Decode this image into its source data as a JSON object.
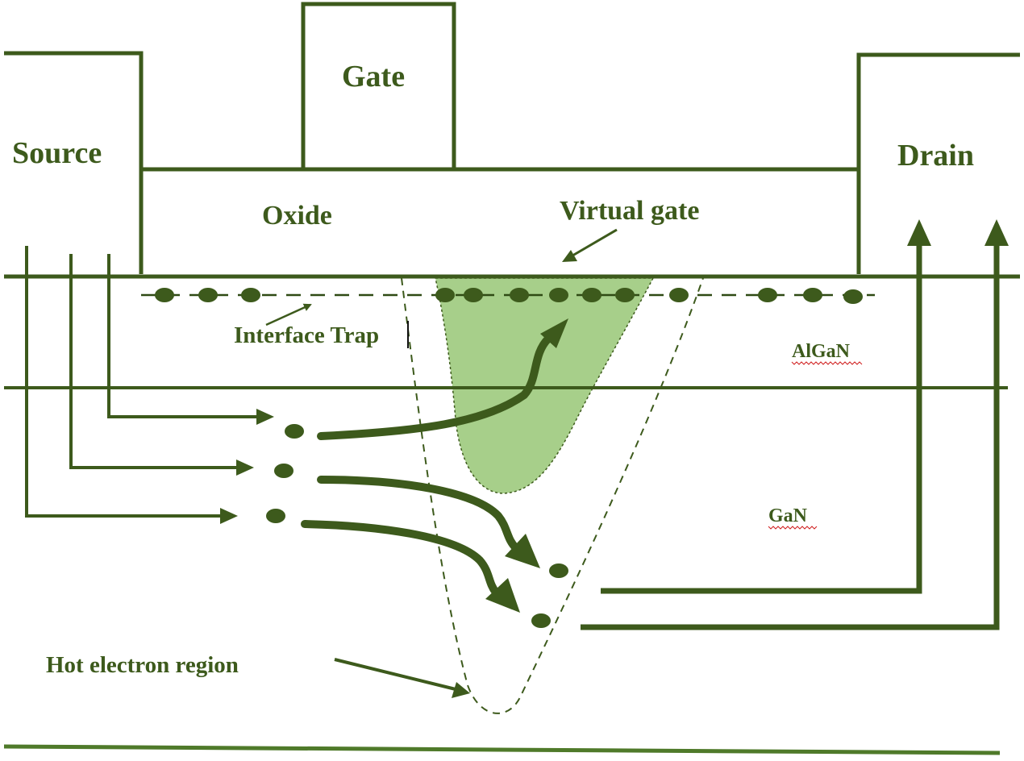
{
  "labels": {
    "source": "Source",
    "gate": "Gate",
    "drain": "Drain",
    "oxide": "Oxide",
    "virtual_gate": "Virtual gate",
    "interface_trap": "Interface Trap",
    "algan": "AlGaN",
    "gan": "GaN",
    "hot_electron_region": "Hot electron region"
  },
  "colors": {
    "line": "#3d5a1c",
    "virtual_gate_fill": "#a7cf8a",
    "spell_underline": "#d02020"
  }
}
